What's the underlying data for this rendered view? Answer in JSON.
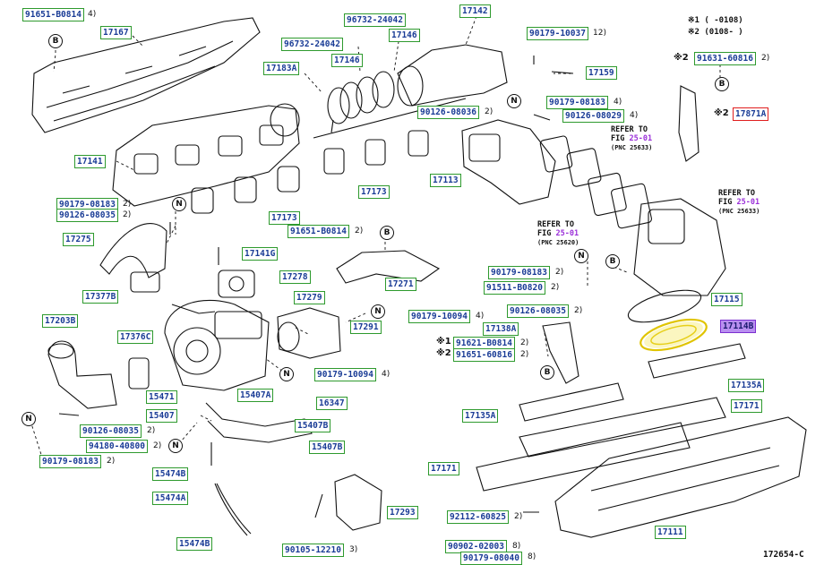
{
  "legend": {
    "line1": "※1 (      -0108)",
    "line2": "※2 (0108-      )"
  },
  "doc_number": "172654-C",
  "markers": {
    "star1": "※1",
    "star2": "※2"
  },
  "circles": {
    "B": "B",
    "N": "N"
  },
  "refer_notes": [
    {
      "prefix": "REFER TO",
      "fig_text": "FIG ",
      "fig_link": "25-01",
      "pnc": "(PNC 25633)"
    },
    {
      "prefix": "REFER TO",
      "fig_text": "FIG ",
      "fig_link": "25-01",
      "pnc": "(PNC 25633)"
    },
    {
      "prefix": "REFER TO",
      "fig_text": "FIG ",
      "fig_link": "25-01",
      "pnc": "(PNC 25620)"
    }
  ],
  "parts": [
    {
      "code": "91651-B0814",
      "qty": "4)"
    },
    {
      "code": "17167",
      "qty": ""
    },
    {
      "code": "96732-24042",
      "qty": ""
    },
    {
      "code": "17142",
      "qty": ""
    },
    {
      "code": "96732-24042",
      "qty": ""
    },
    {
      "code": "17146",
      "qty": ""
    },
    {
      "code": "17183A",
      "qty": ""
    },
    {
      "code": "17146",
      "qty": ""
    },
    {
      "code": "90179-10037",
      "qty": "12)"
    },
    {
      "code": "17159",
      "qty": ""
    },
    {
      "code": "91631-60816",
      "qty": "2)"
    },
    {
      "code": "90179-08183",
      "qty": "4)"
    },
    {
      "code": "90126-08029",
      "qty": "4)"
    },
    {
      "code": "17871A",
      "qty": ""
    },
    {
      "code": "90126-08036",
      "qty": "2)"
    },
    {
      "code": "17141",
      "qty": ""
    },
    {
      "code": "17113",
      "qty": ""
    },
    {
      "code": "17173",
      "qty": ""
    },
    {
      "code": "90179-08183",
      "qty": "2)"
    },
    {
      "code": "90126-08035",
      "qty": "2)"
    },
    {
      "code": "17173",
      "qty": ""
    },
    {
      "code": "91651-B0814",
      "qty": "2)"
    },
    {
      "code": "17275",
      "qty": ""
    },
    {
      "code": "17141G",
      "qty": ""
    },
    {
      "code": "17278",
      "qty": ""
    },
    {
      "code": "17271",
      "qty": ""
    },
    {
      "code": "90179-08183",
      "qty": "2)"
    },
    {
      "code": "91511-B0820",
      "qty": "2)"
    },
    {
      "code": "17377B",
      "qty": ""
    },
    {
      "code": "17279",
      "qty": ""
    },
    {
      "code": "17115",
      "qty": ""
    },
    {
      "code": "90126-08035",
      "qty": "2)"
    },
    {
      "code": "90179-10094",
      "qty": "4)"
    },
    {
      "code": "17203B",
      "qty": ""
    },
    {
      "code": "17376C",
      "qty": ""
    },
    {
      "code": "17291",
      "qty": ""
    },
    {
      "code": "17138A",
      "qty": ""
    },
    {
      "code": "17114B",
      "qty": ""
    },
    {
      "code": "91621-B0814",
      "qty": "2)"
    },
    {
      "code": "91651-60816",
      "qty": "2)"
    },
    {
      "code": "90179-10094",
      "qty": "4)"
    },
    {
      "code": "17135A",
      "qty": ""
    },
    {
      "code": "15471",
      "qty": ""
    },
    {
      "code": "15407A",
      "qty": ""
    },
    {
      "code": "16347",
      "qty": ""
    },
    {
      "code": "15407",
      "qty": ""
    },
    {
      "code": "17135A",
      "qty": ""
    },
    {
      "code": "17171",
      "qty": ""
    },
    {
      "code": "90126-08035",
      "qty": "2)"
    },
    {
      "code": "15407B",
      "qty": ""
    },
    {
      "code": "94180-40800",
      "qty": "2)"
    },
    {
      "code": "15407B",
      "qty": ""
    },
    {
      "code": "90179-08183",
      "qty": "2)"
    },
    {
      "code": "17171",
      "qty": ""
    },
    {
      "code": "15474B",
      "qty": ""
    },
    {
      "code": "15474A",
      "qty": ""
    },
    {
      "code": "17293",
      "qty": ""
    },
    {
      "code": "92112-60825",
      "qty": "2)"
    },
    {
      "code": "17111",
      "qty": ""
    },
    {
      "code": "15474B",
      "qty": ""
    },
    {
      "code": "90105-12210",
      "qty": "3)"
    },
    {
      "code": "90902-02003",
      "qty": "8)"
    },
    {
      "code": "90179-08040",
      "qty": "8)"
    }
  ]
}
